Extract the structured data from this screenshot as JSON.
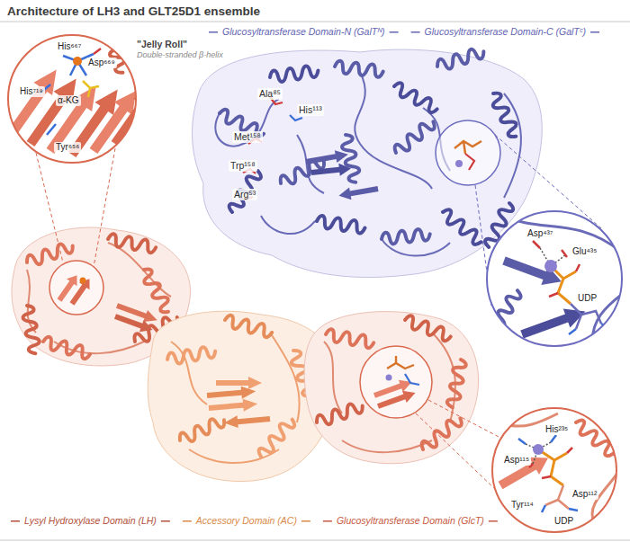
{
  "diagram": {
    "title": "Architecture of LH3 and GLT25D1 ensemble",
    "nodes": [
      {
        "text": [
          "His⁶⁶⁷",
          "Asp⁶⁶⁹",
          "His⁷¹⁹",
          "α-KG",
          "Tyr⁶⁵⁶"
        ]
      },
      {
        "text": [
          "Asp⁴³⁷",
          "Glu⁴³⁵",
          "UDP"
        ]
      },
      {
        "text": [
          "His²³⁵",
          "Asp¹¹⁵",
          "Asp¹¹²",
          "Tyr¹¹⁴",
          "UDP"
        ]
      }
    ],
    "labels": [
      "\"Jelly Roll\"",
      "Double-stranded β-helix",
      "Glucosyltransferase Domain-N (GalTᴺ)",
      "Glucosyltransferase Domain-C (GalTᶜ)",
      "Ala⁸⁵",
      "His¹¹³",
      "Met¹⁵⁸",
      "Trp¹⁵⁸",
      "Arg⁵³",
      "Lysyl Hydroxylase Domain (LH)",
      "Accessory Domain (AC)",
      "Glucosyltransferase Domain (GlcT)"
    ]
  }
}
